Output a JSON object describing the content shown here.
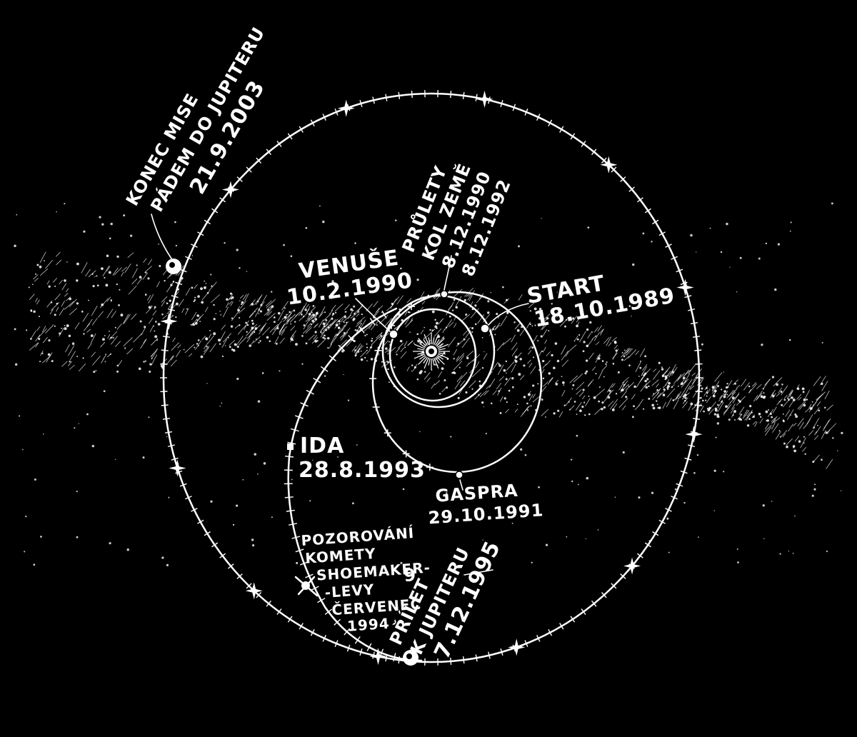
{
  "labels": {
    "end": [
      "KONEC MISE",
      "PÁDEM DO JUPITERU",
      "21.9.2003"
    ],
    "earth": [
      "PRŮLETY",
      "KOL ZEMĚ",
      "8.12.1990",
      "8.12.1992"
    ],
    "venus": [
      "VENUŠE",
      "10.2.1990"
    ],
    "start": [
      "START",
      "18.10.1989"
    ],
    "ida": [
      "IDA",
      "28.8.1993"
    ],
    "gaspra": [
      "GASPRA",
      "29.10.1991"
    ],
    "comet": [
      "POZOROVÁNÍ",
      "KOMETY",
      "SHOEMAKER-",
      "-LEVY",
      "ČERVENEC",
      "1994"
    ],
    "comet_number": "9",
    "arrival": [
      "PŘÍLET",
      "K JUPITERU",
      "7.12.1995"
    ]
  },
  "colors": {
    "background": "#000000",
    "ink": "#ffffff"
  }
}
